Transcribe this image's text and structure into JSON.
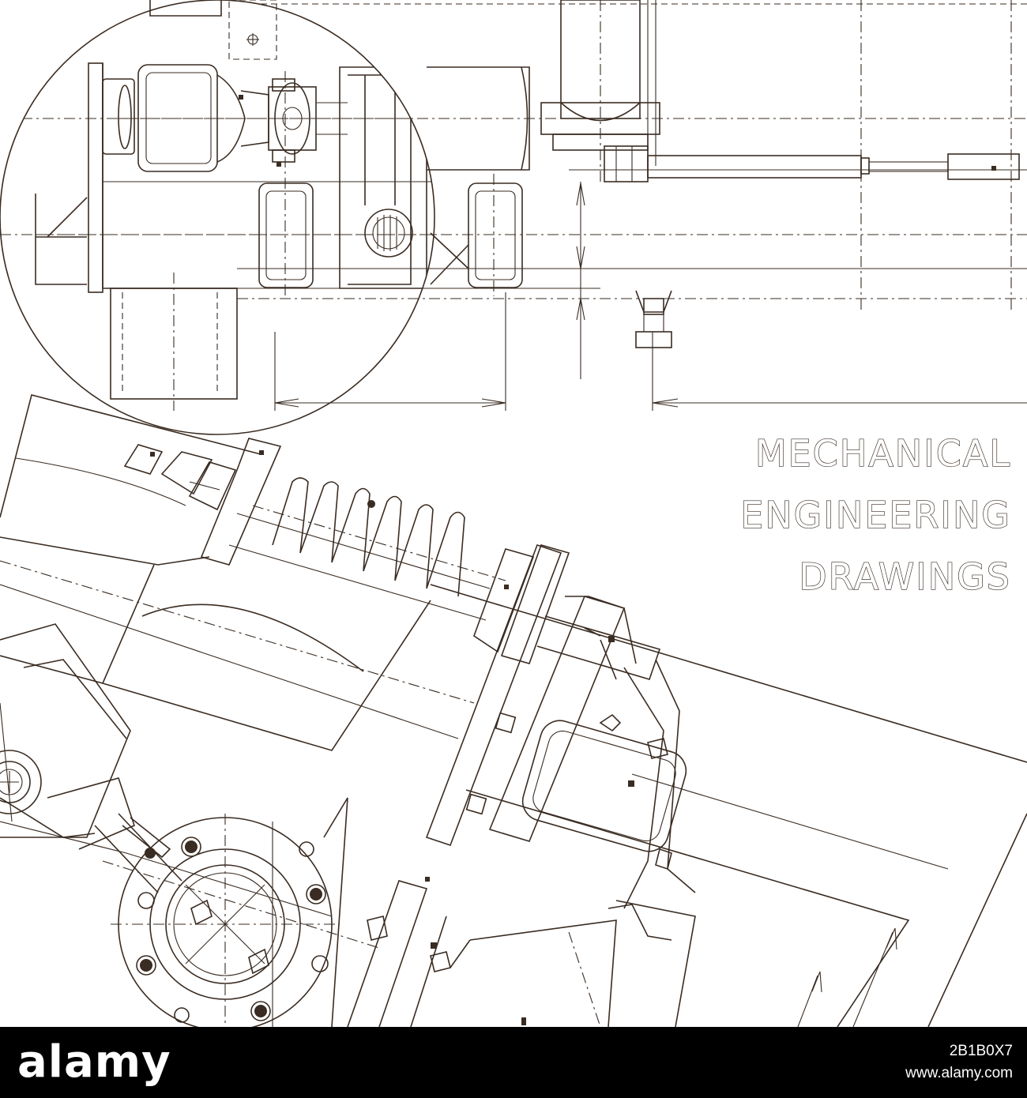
{
  "title": {
    "line1": "MECHANICAL",
    "line2": "ENGINEERING",
    "line3": "DRAWINGS"
  },
  "footer": {
    "logo": "alamy",
    "image_id": "2B1B0X7",
    "url": "www.alamy.com"
  },
  "colors": {
    "ink": "#3a2c22",
    "background": "#ffffff",
    "footer_bg": "#000000"
  }
}
